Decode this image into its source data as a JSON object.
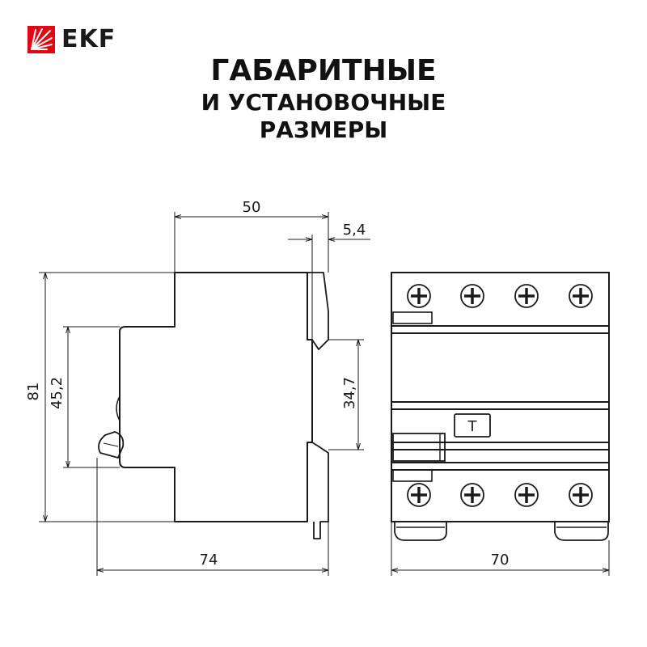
{
  "brand": {
    "name": "EKF",
    "accent": "#e30613"
  },
  "title": {
    "line1": "ГАБАРИТНЫЕ",
    "line2": "И УСТАНОВОЧНЫЕ",
    "line3": "РАЗМЕРЫ"
  },
  "dimensions": {
    "depth_top": "50",
    "clip": "5,4",
    "height_total": "81",
    "height_front": "45,2",
    "rail_height": "34,7",
    "depth_total": "74",
    "width": "70"
  },
  "front_label": "T"
}
